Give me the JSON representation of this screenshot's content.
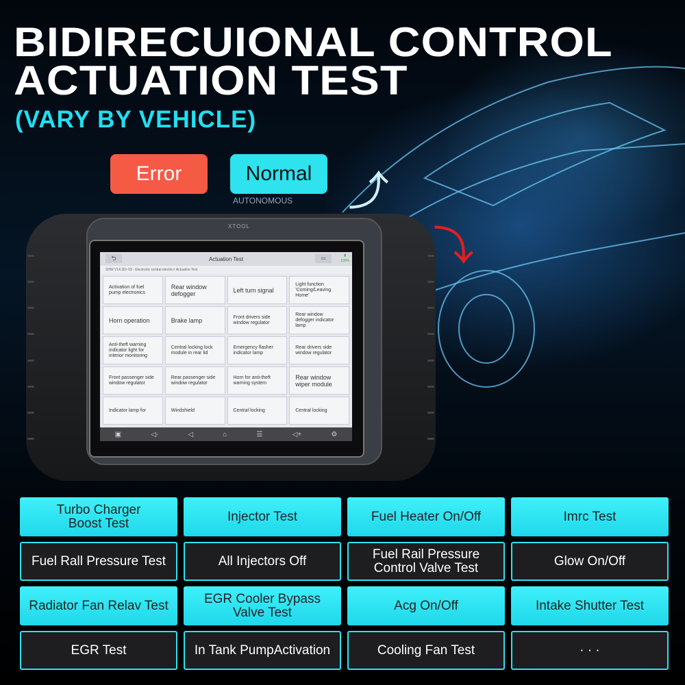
{
  "headline": {
    "line1": "BIDIRECUIONAL CONTROL",
    "line2": "ACTUATION TEST",
    "subtitle": "(VARY BY VEHICLE)"
  },
  "badges": {
    "error": "Error",
    "normal": "Normal"
  },
  "background_text": "AUTONOMOUS",
  "device": {
    "brand": "XTOOL",
    "screen": {
      "title": "Actuation Test",
      "battery": "100%",
      "breadcrumb": "SHW V14.30> 09 - Electronic central electric> Actuation Test",
      "tiles": [
        "Activation of fuel pump electronics",
        "Rear window defogger",
        "Left turn signal",
        "Light function 'Coming/Leaving Home'",
        "Horn operation",
        "Brake lamp",
        "Front drivers side window regulator",
        "Rear window defogger indicator lamp",
        "Anti-theft warning indicator light for interior monitoring",
        "Central locking lock module in rear lid",
        "Emergency flasher indicator lamp",
        "Rear drivers side window regulator",
        "Front passenger side window regulator",
        "Rear passenger side window regulator",
        "Horn for anti-theft warning system",
        "Rear window wiper module",
        "Indicator lamp for",
        "Windshield",
        "Central locking",
        "Central locking"
      ]
    }
  },
  "functions": [
    {
      "label": "Turbo Charger\nBoost Test",
      "style": "cyan"
    },
    {
      "label": "Injector Test",
      "style": "cyan"
    },
    {
      "label": "Fuel Heater On/Off",
      "style": "cyan"
    },
    {
      "label": "Imrc Test",
      "style": "cyan"
    },
    {
      "label": "Fuel Rall Pressure Test",
      "style": "dark"
    },
    {
      "label": "All Injectors Off",
      "style": "dark"
    },
    {
      "label": "Fuel Rail Pressure\nControl Valve Test",
      "style": "dark"
    },
    {
      "label": "Glow On/Off",
      "style": "dark"
    },
    {
      "label": "Radiator Fan Relav Test",
      "style": "cyan"
    },
    {
      "label": "EGR Cooler Bypass\nValve Test",
      "style": "cyan"
    },
    {
      "label": "Acg On/Off",
      "style": "cyan"
    },
    {
      "label": "Intake Shutter Test",
      "style": "cyan"
    },
    {
      "label": "EGR Test",
      "style": "dark"
    },
    {
      "label": "In Tank PumpActivation",
      "style": "dark"
    },
    {
      "label": "Cooling Fan Test",
      "style": "dark"
    },
    {
      "label": "· · ·",
      "style": "dark"
    }
  ],
  "colors": {
    "cyan": "#2ee2ee",
    "error": "#f55a45",
    "arrow": "#e02020"
  }
}
